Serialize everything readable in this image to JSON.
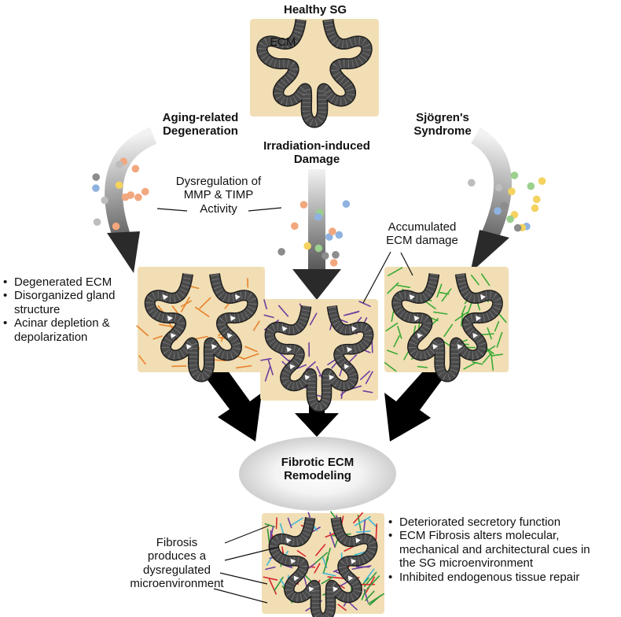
{
  "titles": {
    "healthy": "Healthy SG",
    "aging": [
      "Aging-related",
      "Degeneration"
    ],
    "irradiation": [
      "Irradiation-induced",
      "Damage"
    ],
    "sjogren": [
      "Sjögren's",
      "Syndrome"
    ],
    "fibrotic": [
      "Fibrotic ECM",
      "Remodeling"
    ]
  },
  "labels": {
    "ecm": "ECM",
    "mmp": [
      "Dysregulation of",
      "MMP & TIMP",
      "Activity"
    ],
    "accumulated": [
      "Accumulated",
      "ECM damage"
    ],
    "fibrosis": [
      "Fibrosis",
      "produces a",
      "dysregulated",
      "microenvironment"
    ]
  },
  "left_bullets": [
    [
      "Degenerated ECM"
    ],
    [
      "Disorganized gland",
      "structure"
    ],
    [
      "Acinar depletion &",
      "depolarization"
    ]
  ],
  "right_bullets": [
    [
      "Deteriorated secretory function"
    ],
    [
      "ECM Fibrosis alters molecular,",
      "mechanical and architectural cues in",
      "the SG microenvironment"
    ],
    [
      "Inhibited endogenous tissue repair"
    ]
  ],
  "colors": {
    "tissue": "#f1deb4",
    "gland": "#4a4a4a",
    "gland_edge": "#1f1f1f",
    "aging_fibers": "#e8822a",
    "irradiation_fibers": "#6a3ea0",
    "sjogren_fibers": "#3aaa35",
    "fibrotic_fibers": [
      "#d8262e",
      "#3fb6d6",
      "#2e9a3a",
      "#6a3ea0"
    ],
    "molecules": [
      "#f4d35e",
      "#8fb3e0",
      "#f2a77e",
      "#9bd08d",
      "#bdbdbd",
      "#8c8c8c"
    ]
  }
}
